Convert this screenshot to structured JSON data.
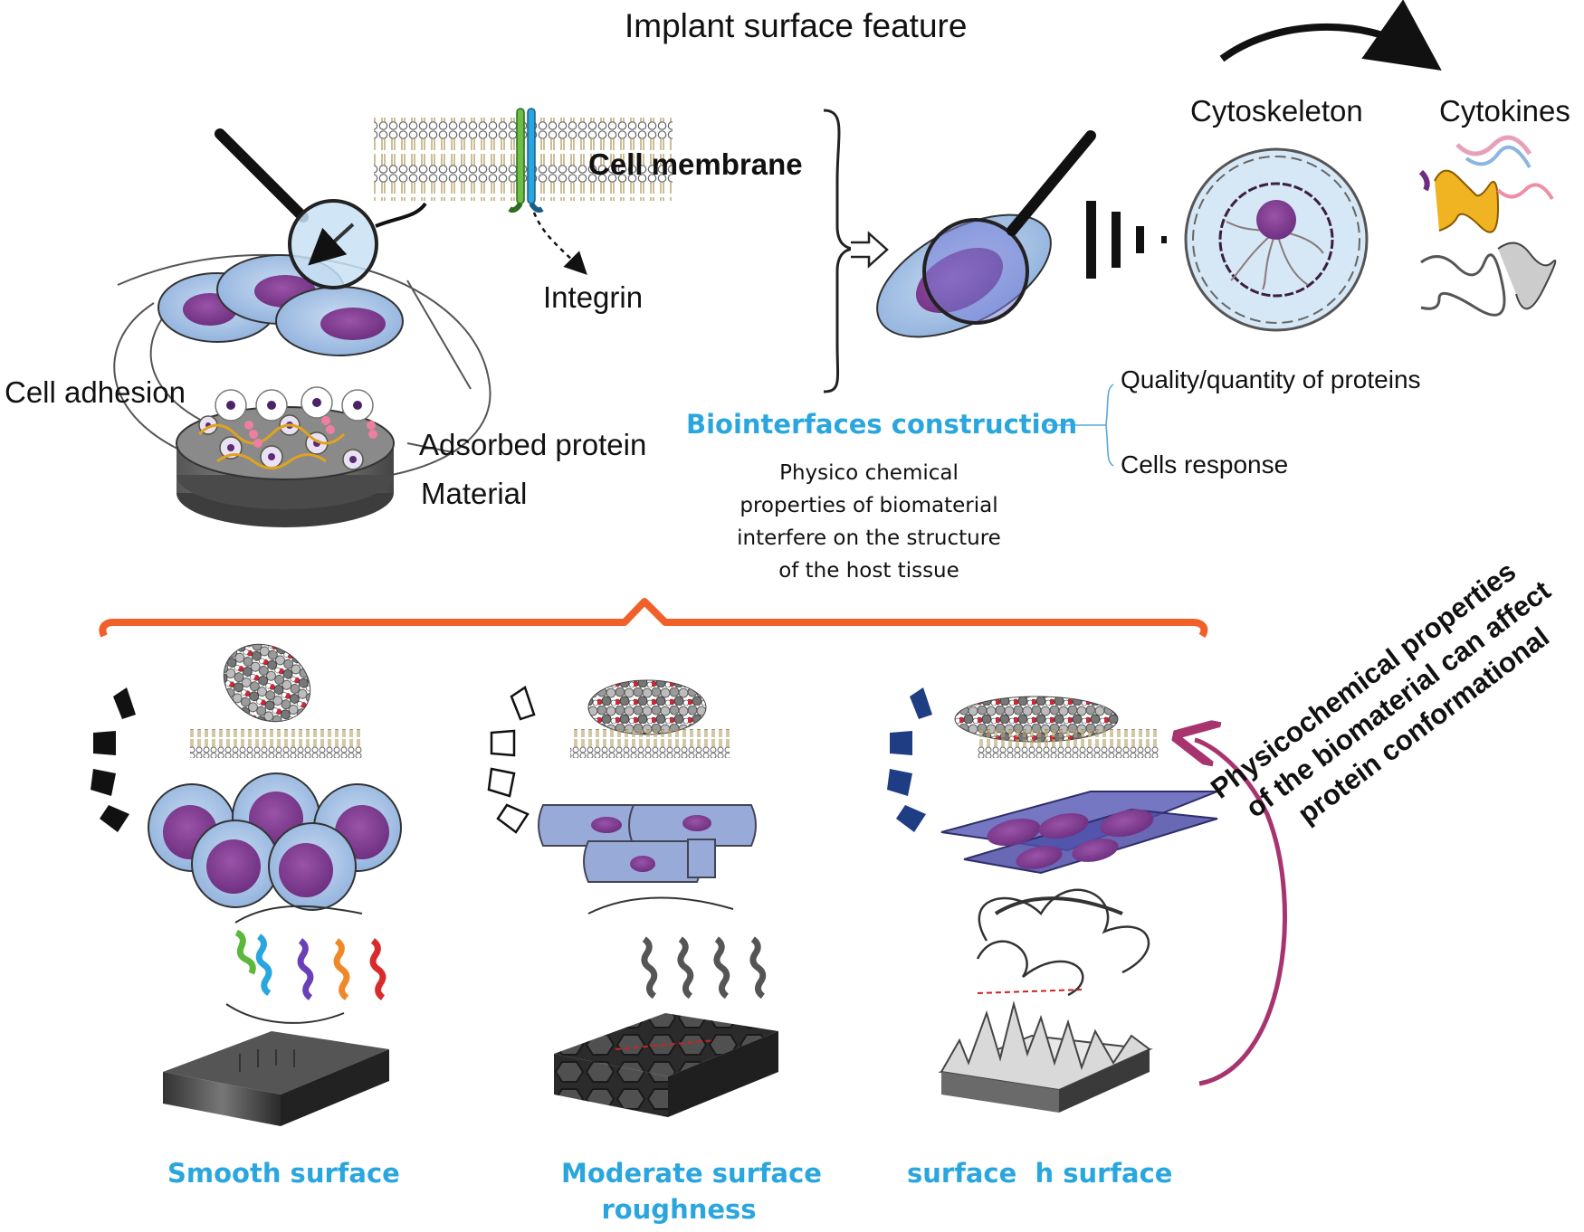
{
  "title": "Implant surface feature",
  "top_left": {
    "cell_membrane": "Cell membrane",
    "integrin": "Integrin",
    "cell_adhesion": "Cell adhesion",
    "adsorbed_protein": "Adsorbed protein",
    "material": "Material"
  },
  "top_right": {
    "cytoskeleton": "Cytoskeleton",
    "cytokines": "Cytokines",
    "quality_quantity": "Quality/quantity of proteins",
    "cells_response": "Cells response",
    "biointerfaces": "Biointerfaces construction",
    "description_lines": [
      "Physico chemical",
      "properties of biomaterial",
      "interfere on the structure",
      "of the host tissue"
    ]
  },
  "surfaces": {
    "smooth": "Smooth surface",
    "moderate_line1": "Moderate surface",
    "moderate_line2": "roughness",
    "rough": "surface  h surface"
  },
  "rotated_note_lines": [
    "Physicochemical properties",
    "of the biomaterial can  affect",
    "protein conformational"
  ],
  "colors": {
    "accent_blue": "#2aa6de",
    "cell_blue": "#a9c4e6",
    "nucleus_purple": "#7e3d8f",
    "bracket_orange": "#f0612a",
    "arrow_magenta": "#a8346f",
    "dark_blue_marks": "#1f3d82"
  }
}
